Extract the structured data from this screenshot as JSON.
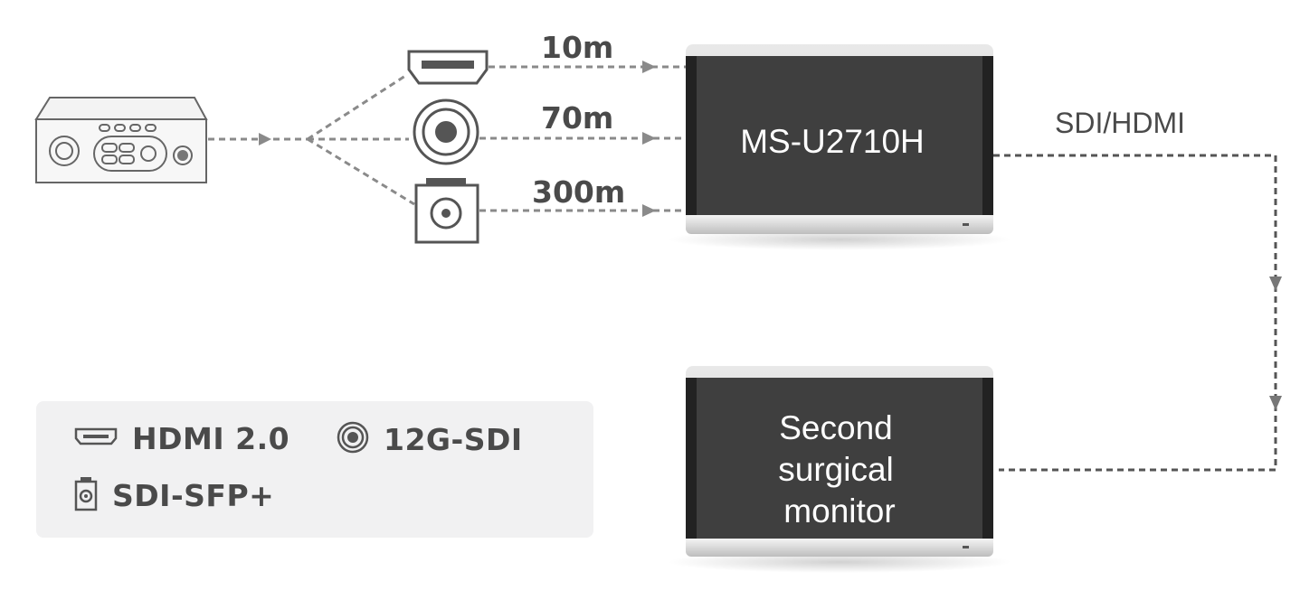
{
  "links": {
    "hdmi_distance": "10m",
    "sdi_distance": "70m",
    "sfp_distance": "300m",
    "output_label": "SDI/HDMI"
  },
  "monitors": {
    "main_line1": "MS-U2710H",
    "second_line1": "Second",
    "second_line2": "surgical",
    "second_line3": "monitor"
  },
  "legend": {
    "hdmi": "HDMI 2.0",
    "sdi": "12G-SDI",
    "sfp": "SDI-SFP+"
  },
  "icons": {
    "source": "camera-control-unit-icon",
    "hdmi": "hdmi-port-icon",
    "sdi": "bnc-connector-icon",
    "sfp": "sfp-module-icon"
  },
  "colors": {
    "line": "#8a8a8a",
    "screen": "#3f3f3f",
    "text": "#4a4a4a",
    "legend_bg": "#f1f1f2"
  }
}
